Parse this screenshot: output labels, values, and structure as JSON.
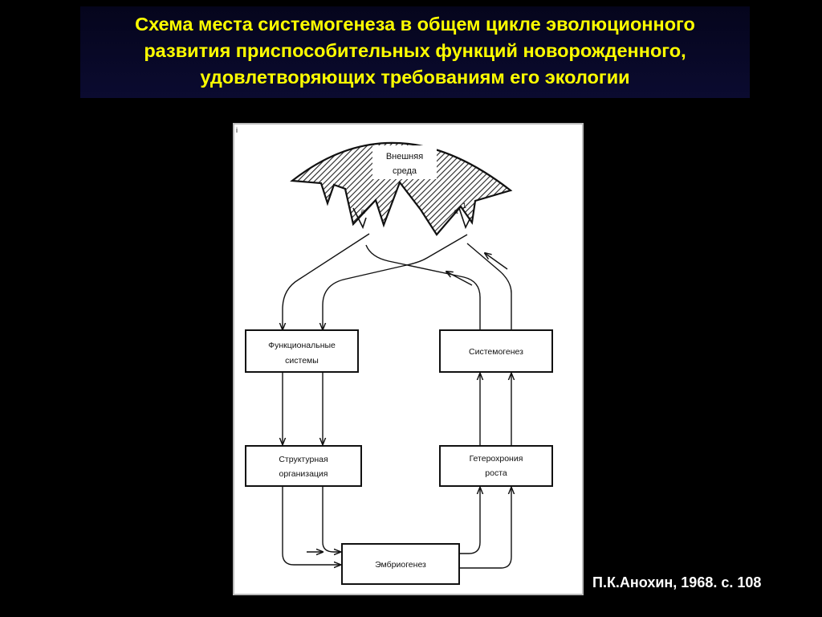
{
  "title": {
    "line1": "Схема места системогенеза в общем цикле эволюционного",
    "line2": "развития приспособительных функций новорожденного,",
    "line3": "удовлетворяющих требованиям его экологии"
  },
  "diagram": {
    "environment": {
      "line1": "Внешняя",
      "line2": "среда"
    },
    "marker_a": "а",
    "marker_a1": "а",
    "marker_a1_index": "1",
    "corner_mark": "i",
    "boxes": {
      "functional_systems": {
        "line1": "Функциональные",
        "line2": "системы"
      },
      "systemogenesis": "Системогенез",
      "structural_organization": {
        "line1": "Структурная",
        "line2": "организация"
      },
      "heterochrony": {
        "line1": "Гетерохрония",
        "line2": "роста"
      },
      "embryogenesis": "Эмбриогенез"
    }
  },
  "credit": "П.К.Анохин, 1968. с. 108"
}
